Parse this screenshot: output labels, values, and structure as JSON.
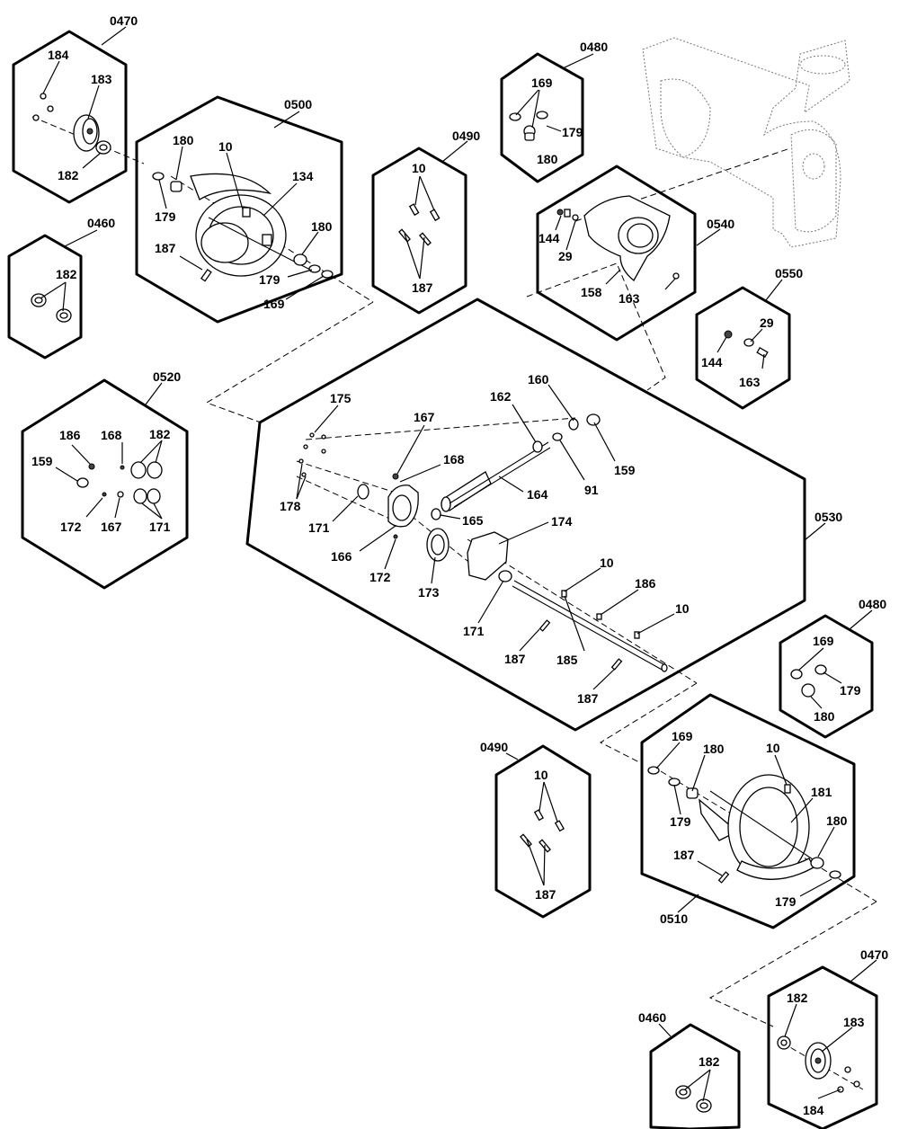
{
  "groups": {
    "g0470a": "0470",
    "g0500": "0500",
    "g0490a": "0490",
    "g0480a": "0480",
    "g0460a": "0460",
    "g0540": "0540",
    "g0550": "0550",
    "g0520": "0520",
    "g0530": "0530",
    "g0480b": "0480",
    "g0490b": "0490",
    "g0510": "0510",
    "g0460b": "0460",
    "g0470b": "0470"
  },
  "callouts": {
    "c01": "184",
    "c02": "183",
    "c03": "182",
    "c04": "180",
    "c05": "10",
    "c06": "134",
    "c07": "179",
    "c08": "180",
    "c09": "187",
    "c10": "179",
    "c11": "169",
    "c12": "182",
    "c13": "10",
    "c14": "187",
    "c15": "169",
    "c16": "179",
    "c17": "180",
    "c18": "144",
    "c19": "29",
    "c20": "158",
    "c21": "163",
    "c22": "29",
    "c23": "144",
    "c24": "163",
    "c25": "186",
    "c26": "168",
    "c27": "182",
    "c28": "159",
    "c29": "172",
    "c30": "167",
    "c31": "171",
    "c32": "175",
    "c33": "167",
    "c34": "168",
    "c35": "178",
    "c36": "171",
    "c37": "166",
    "c38": "172",
    "c39": "162",
    "c40": "160",
    "c41": "159",
    "c42": "91",
    "c43": "164",
    "c44": "165",
    "c45": "174",
    "c46": "173",
    "c47": "171",
    "c48": "10",
    "c49": "186",
    "c50": "10",
    "c51": "187",
    "c52": "185",
    "c53": "187",
    "c54": "169",
    "c55": "179",
    "c56": "180",
    "c57": "10",
    "c58": "187",
    "c59": "169",
    "c60": "180",
    "c61": "10",
    "c62": "181",
    "c63": "179",
    "c64": "180",
    "c65": "187",
    "c66": "179",
    "c67": "182",
    "c68": "182",
    "c69": "183",
    "c70": "184"
  }
}
